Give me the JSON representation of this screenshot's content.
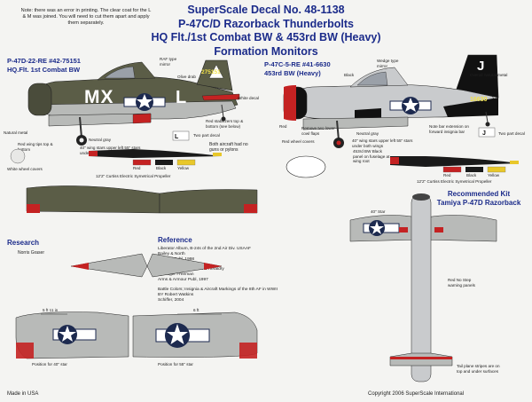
{
  "header": {
    "line1": "SuperScale Decal No. 48-1138",
    "line2": "P-47C/D Razorback Thunderbolts",
    "line3": "HQ Flt./1st Combat BW & 453rd BW (Heavy)",
    "line4": "Formation Monitors"
  },
  "note": "Note: there was an error in printing. The clear coat for the L & M was joined. You will need to cut them apart and apply them separately.",
  "aircraft1": {
    "model": "P-47D-22-RE #42-75151",
    "unit": "HQ.Flt. 1st Combat BW",
    "fuselage_code": "MX",
    "tail_code": "L",
    "serial": "275151",
    "callouts": {
      "raf_mirror": "RAF type mirror",
      "olive_drab": "Olive drab",
      "white_decal": "White decal",
      "stabilizers": "Red stabilizers top & bottom (see below)",
      "natural_metal": "Natural metal",
      "red_wingtips": "Red wing tips top & bottom",
      "neutral_gray": "Neutral gray",
      "star_sizes": "40\" wing stars upper left 55\" stars under both wings",
      "two_part_decal": "Two part decal",
      "wheel_covers": "White wheel covers"
    }
  },
  "aircraft2": {
    "model": "P-47C-5-RE #41-6630",
    "unit": "453rd BW (Heavy)",
    "tail_code": "J",
    "serial": "16630",
    "callouts": {
      "wedge_mirror": "Wedge type mirror",
      "black": "Black",
      "overall_nm": "Overall natural metal",
      "note_bar": "Note bar extension on forward insignia bar",
      "red": "Red",
      "lower_flaps": "Remove two lower cowl flaps",
      "neutral_gray": "Neutral gray",
      "star_sizes": "40\" wing stars upper left 55\" stars under both wings",
      "red_covers": "Red wheel covers",
      "black_panel": "453rd BW Black panel on fuselage at wing root",
      "two_part_decal": "Two part decal"
    }
  },
  "no_guns_note": "Both aircraft had no guns or pylons",
  "prop_label": "12'2\" Curtiss Electric Symetrical Propeller",
  "prop_colors": [
    "Red",
    "Black",
    "Yellow"
  ],
  "prop_label_2": "12'2\" Curtiss Electric Symetrical Propeller",
  "prop_colors_2": [
    "Red",
    "Black",
    "Yellow"
  ],
  "recommended": {
    "title": "Recommended Kit",
    "kit": "Tamiya P-47D Razorback"
  },
  "research": {
    "title": "Research",
    "name": "Norris Graser"
  },
  "reference": {
    "title": "Reference",
    "items": [
      "Liberator Album, B-24s of the 2nd Air Div. USAAF",
      "Bailey & North",
      "Midland Publ, 1998",
      "",
      "Mighty Eighth, Warpaint & Heraldry",
      "By Roger Freeman",
      "Arms & Armour Publ, 1997",
      "",
      "Battle Colors; Insignia & Aircraft Markings of the 8th AF in WWII",
      "BY Robert Watkins",
      "Schiffer, 2004"
    ]
  },
  "plan": {
    "star_40": "40\" Star",
    "red_no_step": "Red No Step warning panels",
    "tail_stripes": "Tail plane stripes are on top and under surfaces",
    "wing_pos1": "5 ft 11 in",
    "wing_pos2": "6 ft",
    "pos_40": "Position for 40\" star",
    "pos_55": "Position for 55\" star"
  },
  "footer": {
    "left": "Made in USA",
    "right": "Copyright 2006 SuperScale International"
  },
  "colors": {
    "title_blue": "#1b2b8a",
    "olive_drab": "#5b5d47",
    "neutral_gray": "#b8bab8",
    "natural_metal": "#c9cbcd",
    "red": "#c42222",
    "black": "#111111",
    "insignia_blue": "#1d2a4f"
  }
}
